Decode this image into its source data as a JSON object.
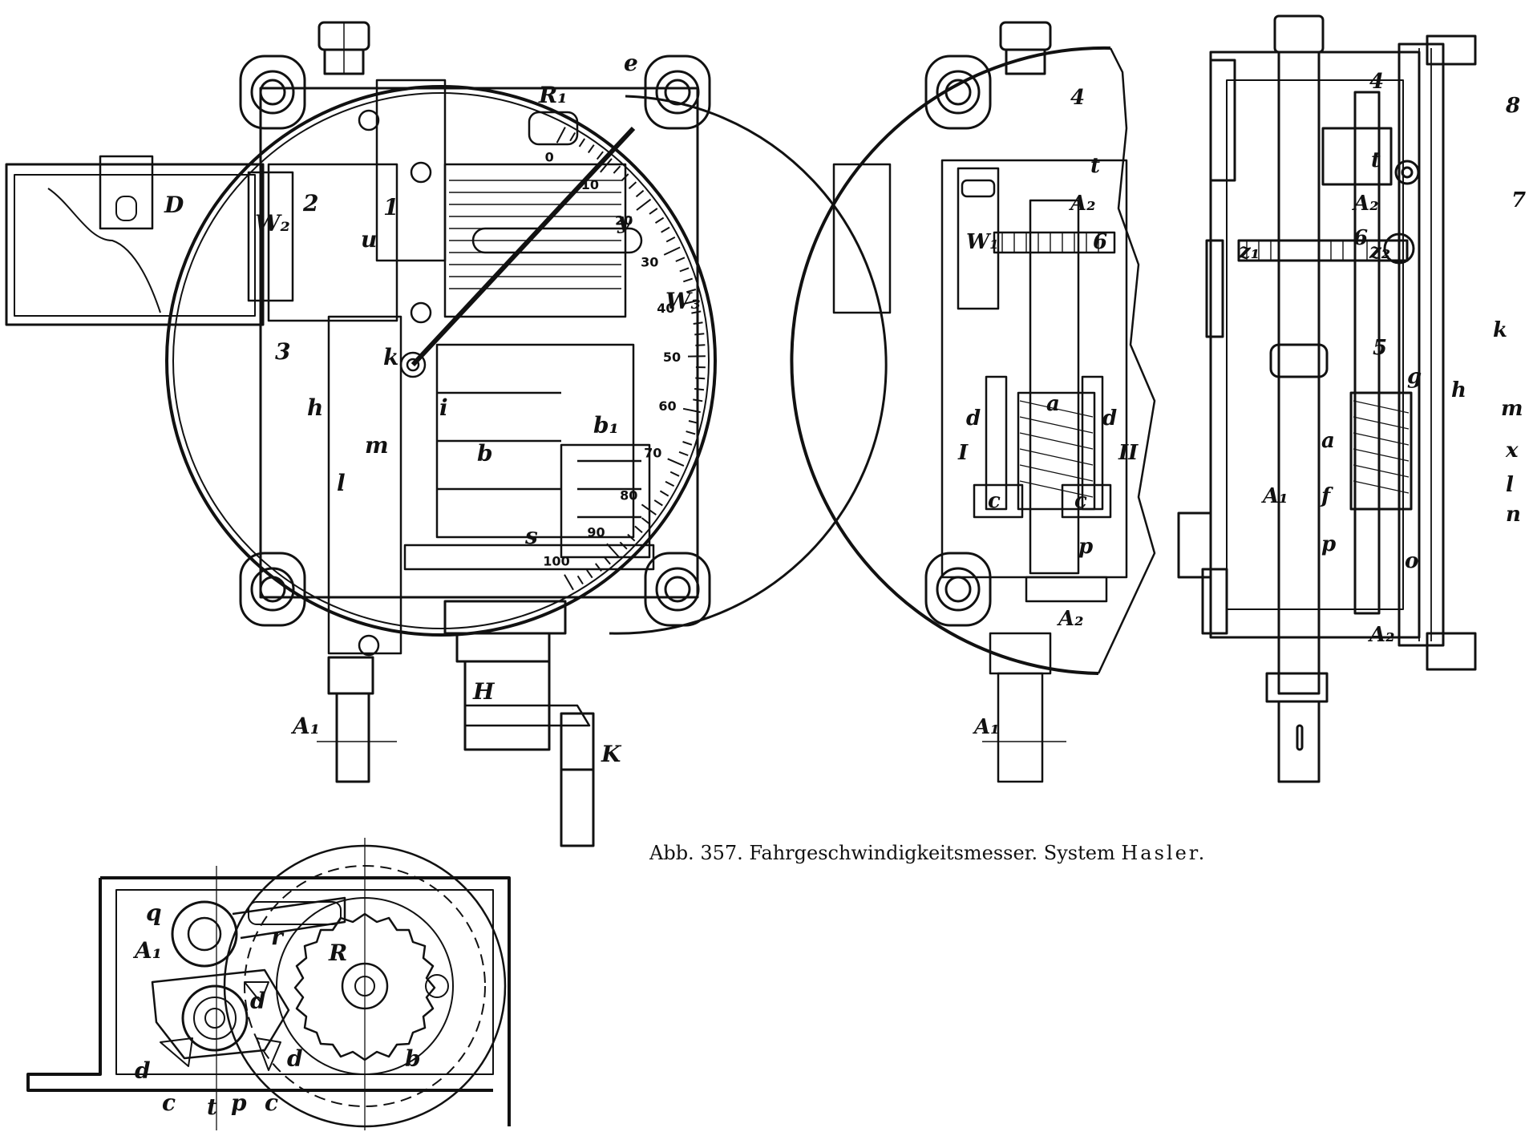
{
  "caption": {
    "prefix": "Abb. 357. Fahrgeschwindigkeitsmesser. System",
    "name": "Hasler."
  },
  "dial": {
    "ticks": [
      "0",
      "10",
      "20",
      "30",
      "40",
      "50",
      "60",
      "70",
      "80",
      "90",
      "100"
    ],
    "start_label": "e"
  },
  "labels": {
    "front": [
      "D",
      "W₂",
      "2",
      "1",
      "R₁",
      "u",
      "y",
      "W₃",
      "3",
      "k",
      "h",
      "i",
      "m",
      "l",
      "b",
      "b₁",
      "s",
      "H",
      "K",
      "A₁"
    ],
    "middle": [
      "4",
      "t",
      "A₂",
      "W₁",
      "6",
      "d",
      "a",
      "d",
      "I",
      "II",
      "c",
      "c",
      "p",
      "A₂",
      "A₁"
    ],
    "side": [
      "4",
      "8",
      "t",
      "A₂",
      "7",
      "6",
      "z₂",
      "z₁",
      "k",
      "5",
      "g",
      "h",
      "m",
      "a",
      "x",
      "A₁",
      "f",
      "l",
      "n",
      "p",
      "o",
      "A₂"
    ],
    "plan": [
      "q",
      "r",
      "A₁",
      "R",
      "d",
      "d",
      "d",
      "b",
      "c",
      "t",
      "p",
      "c"
    ]
  }
}
